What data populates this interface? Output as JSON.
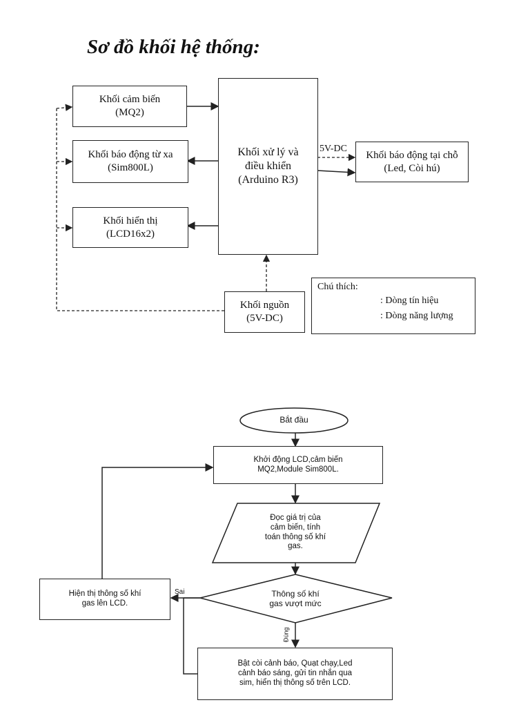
{
  "title": "Sơ đồ khối hệ thống:",
  "block_diagram": {
    "sensor": {
      "line1": "Khối cảm biến",
      "line2": "(MQ2)"
    },
    "remote_alarm": {
      "line1": "Khối báo động từ xa",
      "line2": "(Sim800L)"
    },
    "display": {
      "line1": "Khối hiển thị",
      "line2": "(LCD16x2)"
    },
    "processor": {
      "line1": "Khối xử lý và",
      "line2": "điều khiển",
      "line3": "(Arduino R3)"
    },
    "local_alarm": {
      "line1": "Khối báo động tại chỗ",
      "line2": "(Led, Còi hú)"
    },
    "power": {
      "line1": "Khối nguồn",
      "line2": "(5V-DC)"
    },
    "voltage_label": "5V-DC",
    "legend": {
      "title": "Chú thích:",
      "signal": ": Dòng tín hiệu",
      "energy": ": Dòng năng lượng"
    }
  },
  "flowchart": {
    "start": "Bắt đầu",
    "init": {
      "line1": "Khởi động LCD,cảm biến",
      "line2": "MQ2,Module Sim800L."
    },
    "read": {
      "line1": "Đọc giá trị của",
      "line2": "cảm biến, tính",
      "line3": "toán thông số khí",
      "line4": "gas."
    },
    "decision": {
      "line1": "Thông số khí",
      "line2": "gas vượt mức"
    },
    "show": {
      "line1": "Hiện thị thông số khí",
      "line2": "gas lên LCD."
    },
    "alarm": {
      "line1": "Bật còi cảnh báo, Quạt chạy,Led",
      "line2": "cảnh báo sáng, gửi tin nhắn qua",
      "line3": "sim, hiển thị thông số trên LCD."
    },
    "false_label": "Sai",
    "true_label": "Đúng"
  },
  "colors": {
    "line": "#222222",
    "background": "#ffffff"
  }
}
